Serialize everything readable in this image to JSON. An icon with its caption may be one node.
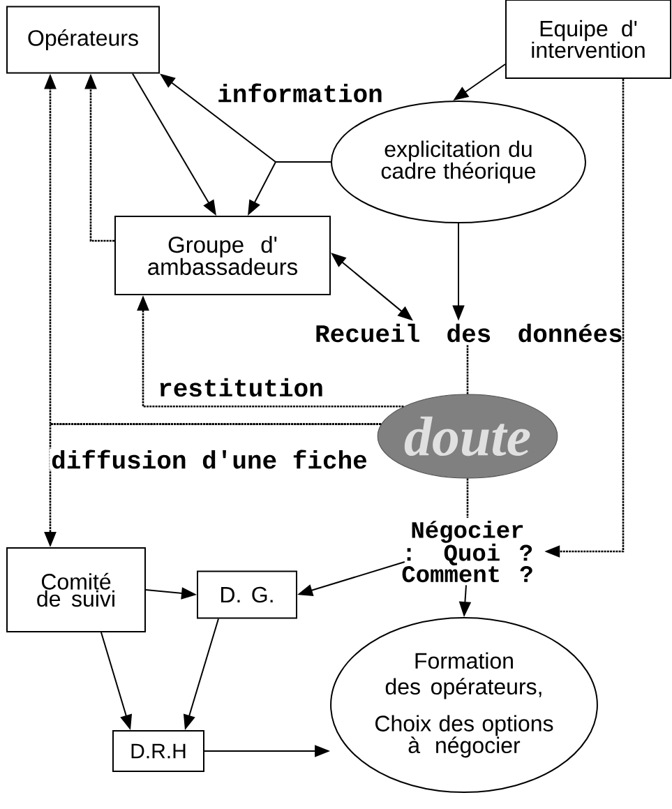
{
  "diagram": {
    "nodes": [
      {
        "text": [
          "Opérateurs"
        ]
      },
      {
        "text": [
          "Equipe d' intervention"
        ]
      },
      {
        "text": [
          "explicitation du cadre théorique"
        ]
      },
      {
        "text": [
          "Groupe d' ambassadeurs"
        ]
      },
      {
        "text": [
          "Recueil des données"
        ]
      },
      {
        "text": [
          "doute"
        ]
      },
      {
        "text": [
          "Négocier : Quoi ? Comment ?"
        ]
      },
      {
        "text": [
          "Comité de suivi"
        ]
      },
      {
        "text": [
          "D. G."
        ]
      },
      {
        "text": [
          "D.R.H"
        ]
      },
      {
        "text": [
          "Formation des opérateurs,",
          "Choix des options à négocier"
        ]
      }
    ],
    "edges": [
      {
        "from": 0,
        "to": 3,
        "arrow": "to"
      },
      {
        "from": 2,
        "to": 0,
        "arrow": "to",
        "label": "information"
      },
      {
        "from": 2,
        "to": 3,
        "arrow": "to"
      },
      {
        "from": 1,
        "to": 2,
        "arrow": "to"
      },
      {
        "from": 2,
        "to": 4,
        "arrow": "to"
      },
      {
        "from": 3,
        "to": 4,
        "arrow": "both"
      },
      {
        "from": 4,
        "to": 5,
        "arrow": "none",
        "style": "dashed"
      },
      {
        "from": 5,
        "to": 6,
        "arrow": "none",
        "style": "dashed"
      },
      {
        "from": 1,
        "to": 6,
        "arrow": "to",
        "style": "dashed"
      },
      {
        "from": 3,
        "to": 0,
        "arrow": "to",
        "style": "dashed"
      },
      {
        "from": 5,
        "to": 3,
        "arrow": "to",
        "style": "dashed",
        "label": "restitution"
      },
      {
        "from": 5,
        "to": 0,
        "arrow": "to",
        "style": "dashed"
      },
      {
        "from": 5,
        "to": 7,
        "arrow": "to",
        "style": "dashed",
        "label": "diffusion d'une fiche"
      },
      {
        "from": 6,
        "to": 8,
        "arrow": "to"
      },
      {
        "from": 6,
        "to": 10,
        "arrow": "to"
      },
      {
        "from": 7,
        "to": 8,
        "arrow": "to"
      },
      {
        "from": 7,
        "to": 9,
        "arrow": "to"
      },
      {
        "from": 8,
        "to": 9,
        "arrow": "to"
      },
      {
        "from": 9,
        "to": 10,
        "arrow": "to"
      }
    ]
  }
}
